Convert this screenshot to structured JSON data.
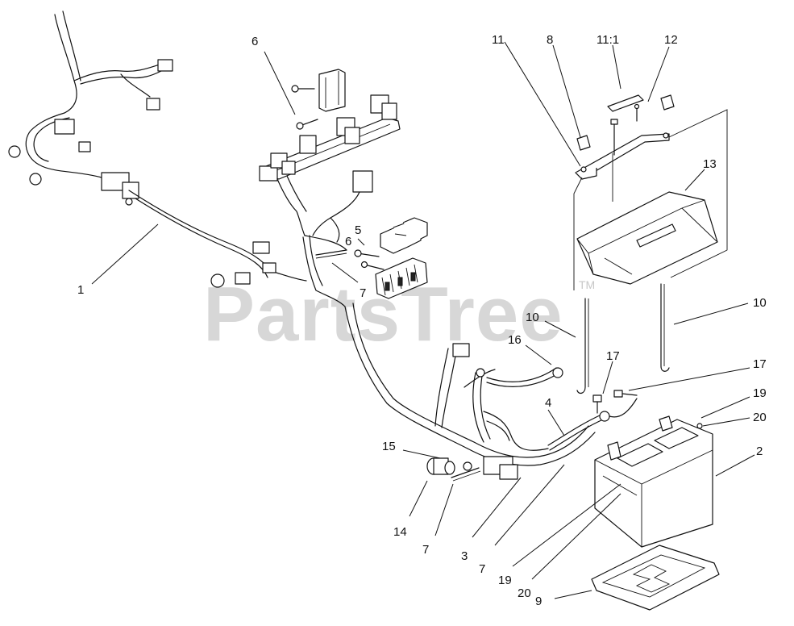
{
  "watermark": {
    "text": "PartsTree",
    "tm": "TM"
  },
  "callouts": {
    "c1": "1",
    "c2": "2",
    "c3": "3",
    "c4": "4",
    "c5": "5",
    "c6a": "6",
    "c6b": "6",
    "c7a": "7",
    "c7b": "7",
    "c7c": "7",
    "c8": "8",
    "c9": "9",
    "c10a": "10",
    "c10b": "10",
    "c11": "11",
    "c11_1": "11:1",
    "c12": "12",
    "c13": "13",
    "c14": "14",
    "c15": "15",
    "c16": "16",
    "c17a": "17",
    "c17b": "17",
    "c19a": "19",
    "c19b": "19",
    "c20a": "20",
    "c20b": "20"
  }
}
